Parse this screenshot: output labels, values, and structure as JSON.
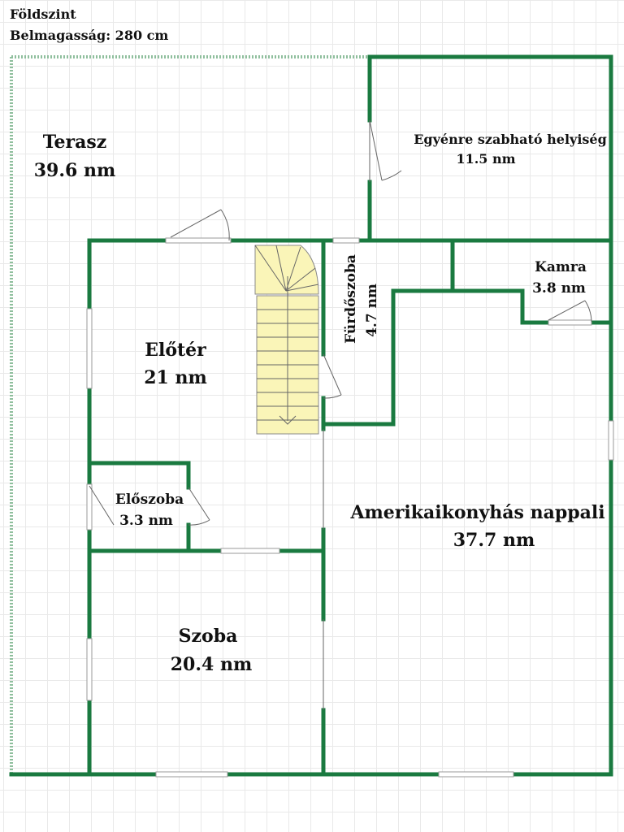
{
  "header": {
    "level": "Földszint",
    "ceiling_height": "Belmagasság: 280 cm"
  },
  "rooms": {
    "terasz": {
      "name": "Terasz",
      "area": "39.6 nm"
    },
    "egyenre": {
      "name": "Egyénre szabható helyiség",
      "area": "11.5 nm"
    },
    "fiurdo": {
      "name": "Fürdőszoba",
      "area": "4.7 nm"
    },
    "kamra": {
      "name": "Kamra",
      "area": "3.8 nm"
    },
    "eloter": {
      "name": "Előtér",
      "area": "21 nm"
    },
    "eloszoba": {
      "name": "Előszoba",
      "area": "3.3 nm"
    },
    "nappali": {
      "name": "Amerikaikonyhás nappali",
      "area": "37.7 nm"
    },
    "szoba": {
      "name": "Szoba",
      "area": "20.4 nm"
    }
  },
  "colors": {
    "wall": "#1a7a40",
    "stairs": "#faf5b8",
    "grid": "#e9e9e9"
  }
}
